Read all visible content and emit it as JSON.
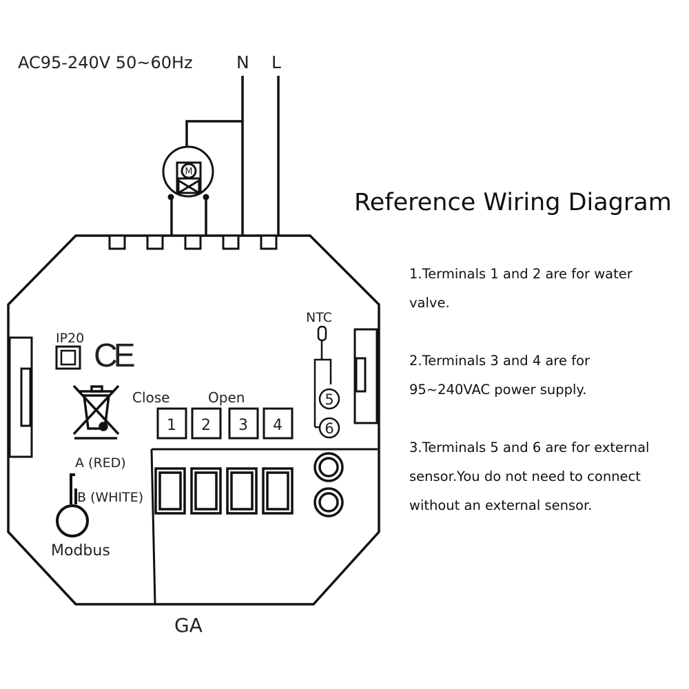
{
  "supply": {
    "rating": "AC95-240V  50~60Hz",
    "neutral": "N",
    "line": "L"
  },
  "valve": {
    "motor_symbol": "M"
  },
  "device": {
    "ip_rating": "IP20",
    "ce_mark": "CE",
    "model": "GA",
    "sensor_label": "NTC",
    "close_label": "Close",
    "open_label": "Open",
    "terminals": [
      "1",
      "2",
      "3",
      "4"
    ],
    "sensor_terminals": [
      "5",
      "6"
    ],
    "modbus": {
      "a": "A (RED)",
      "b": "B (WHITE)",
      "label": "Modbus"
    }
  },
  "heading": "Reference Wiring Diagram",
  "notes": [
    [
      "1.Terminals 1 and 2 are for water",
      "valve."
    ],
    [
      "2.Terminals 3 and 4 are for",
      "95~240VAC power supply."
    ],
    [
      "3.Terminals 5 and 6 are for external",
      "sensor.You do not need to connect",
      "without an external sensor."
    ]
  ]
}
